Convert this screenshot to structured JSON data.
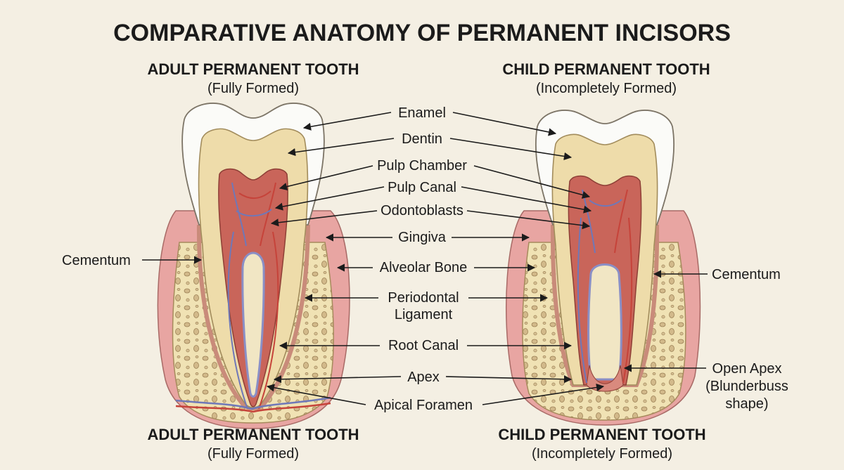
{
  "title": "COMPARATIVE ANATOMY OF PERMANENT INCISORS",
  "adult": {
    "heading": "ADULT PERMANENT TOOTH",
    "subheading": "(Fully Formed)"
  },
  "child": {
    "heading": "CHILD PERMANENT TOOTH",
    "subheading": "(Incompletely Formed)"
  },
  "labels": {
    "enamel": "Enamel",
    "dentin": "Dentin",
    "pulp_chamber": "Pulp Chamber",
    "pulp_canal": "Pulp Canal",
    "odontoblasts": "Odontoblasts",
    "gingiva": "Gingiva",
    "alveolar_bone": "Alveolar Bone",
    "periodontal_1": "Periodontal",
    "periodontal_2": "Ligament",
    "root_canal": "Root Canal",
    "apex": "Apex",
    "apical_foramen": "Apical Foramen",
    "cementum_left": "Cementum",
    "cementum_right": "Cementum",
    "open_apex_1": "Open Apex",
    "open_apex_2": "(Blunderbuss",
    "open_apex_3": "shape)"
  },
  "colors": {
    "background": "#f4efe3",
    "enamel": "#fbfbf8",
    "dentin": "#eedcaa",
    "pulp": "#c9655a",
    "gingiva": "#e8a5a2",
    "bone": "#f0e2b4",
    "nerve": "#6f78b8",
    "blood": "#c6433a"
  }
}
